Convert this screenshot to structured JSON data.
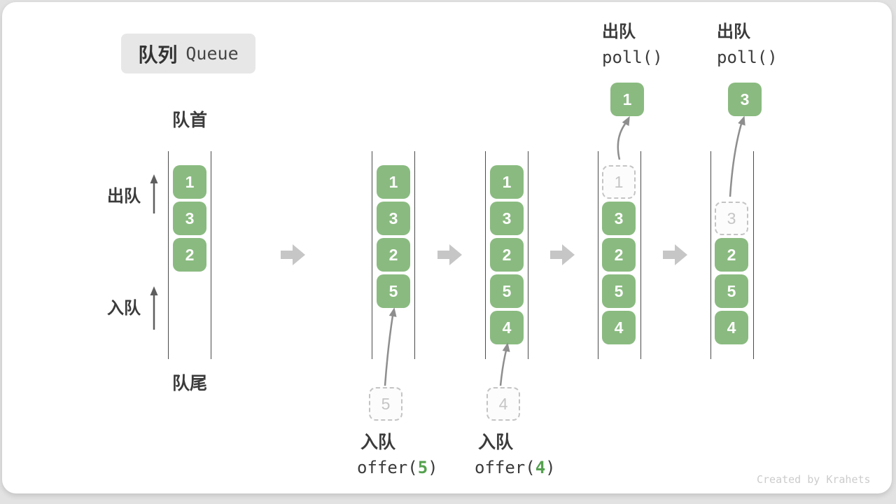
{
  "badge": {
    "zh": "队列",
    "en": "Queue"
  },
  "labels": {
    "front": "队首",
    "rear": "队尾",
    "side_dequeue": "出队",
    "side_enqueue": "入队"
  },
  "queues": [
    {
      "cells": [
        "1",
        "3",
        "2"
      ]
    },
    {
      "cells": [
        "1",
        "3",
        "2",
        "5"
      ],
      "pending": "5",
      "op": {
        "zh": "入队",
        "code_open": "offer(",
        "arg": "5",
        "code_close": ")"
      }
    },
    {
      "cells": [
        "1",
        "3",
        "2",
        "5",
        "4"
      ],
      "pending": "4",
      "op": {
        "zh": "入队",
        "code_open": "offer(",
        "arg": "4",
        "code_close": ")"
      }
    },
    {
      "ghost": "1",
      "cells": [
        "3",
        "2",
        "5",
        "4"
      ],
      "popped": "1",
      "op": {
        "zh": "出队",
        "code": "poll()"
      }
    },
    {
      "ghost": "3",
      "cells": [
        "2",
        "5",
        "4"
      ],
      "popped": "3",
      "op": {
        "zh": "出队",
        "code": "poll()"
      }
    }
  ],
  "watermark": "Created by Krahets",
  "colors": {
    "cell_green": "#8aba80",
    "arg_green": "#55a14e",
    "block_arrow": "#c6c6c6",
    "arrow_gray": "#8e8e8e",
    "wall": "#4a4a4a",
    "ink": "#3b3b3b",
    "ghost_border": "#c4c4c4",
    "ghost_text": "#c5c5c5",
    "badge_bg": "#e7e7e7",
    "page_bg": "#e2e2e2",
    "watermark": "#cccccc"
  }
}
